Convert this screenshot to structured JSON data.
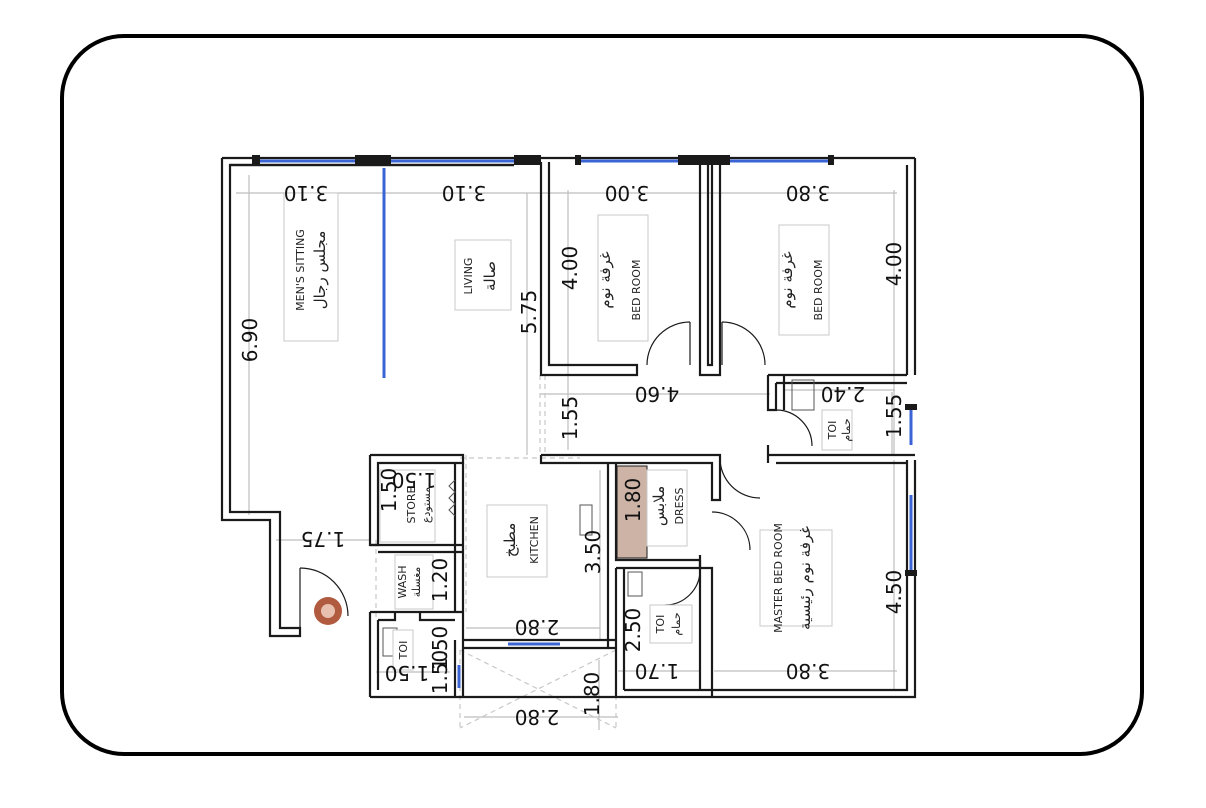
{
  "colors": {
    "wall": "#1a1a1a",
    "window": "#3a63d6",
    "guide": "#bdbdbd",
    "dress_fill": "#cdb2a6"
  },
  "rooms": {
    "mens_sitting": {
      "en": "MEN'S SITTING",
      "ar": "مجلس رجال"
    },
    "living": {
      "en": "LIVING",
      "ar": "صالة"
    },
    "bed1": {
      "en": "BED ROOM",
      "ar": "غرفة نوم"
    },
    "bed2": {
      "en": "BED ROOM",
      "ar": "غرفة نوم"
    },
    "toilet_right": {
      "en": "TOI",
      "ar": "حمام"
    },
    "kitchen": {
      "en": "KITCHEN",
      "ar": "مطبخ"
    },
    "dress": {
      "en": "DRESS",
      "ar": "ملابس"
    },
    "store": {
      "en": "STORE",
      "ar": "مستودع"
    },
    "wash": {
      "en": "WASH",
      "ar": "مغسلة"
    },
    "toilet_small": {
      "en": "TOI"
    },
    "toilet_mid": {
      "en": "TOI",
      "ar": "حمام"
    },
    "master": {
      "en": "MASTER BED ROOM",
      "ar": "غرفة نوم رئيسية"
    }
  },
  "dims": {
    "top_a": "3.10",
    "top_b": "3.10",
    "top_c": "3.00",
    "top_d": "3.80",
    "left_h": "6.90",
    "bed1_h": "4.00",
    "living_h": "5.75",
    "bed2_h": "4.00",
    "corridor_w": "4.60",
    "corridor_h": "1.55",
    "toi_w": "2.40",
    "toi_h": "1.55",
    "store_h": "1.50",
    "store_w": "1.50",
    "dress_h": "1.80",
    "entry_w": "1.75",
    "kitchen_h": "3.50",
    "wash_h": "1.20",
    "kitchen_w": "2.80",
    "toi2_h": "2.50",
    "small_toi_h": "1.50",
    "small_toi_w": "1.50",
    "small_toi_w2": "1.50",
    "toi2_w": "1.70",
    "master_w": "3.80",
    "master_h": "4.50",
    "porch_h": "1.80",
    "porch_w": "2.80"
  }
}
